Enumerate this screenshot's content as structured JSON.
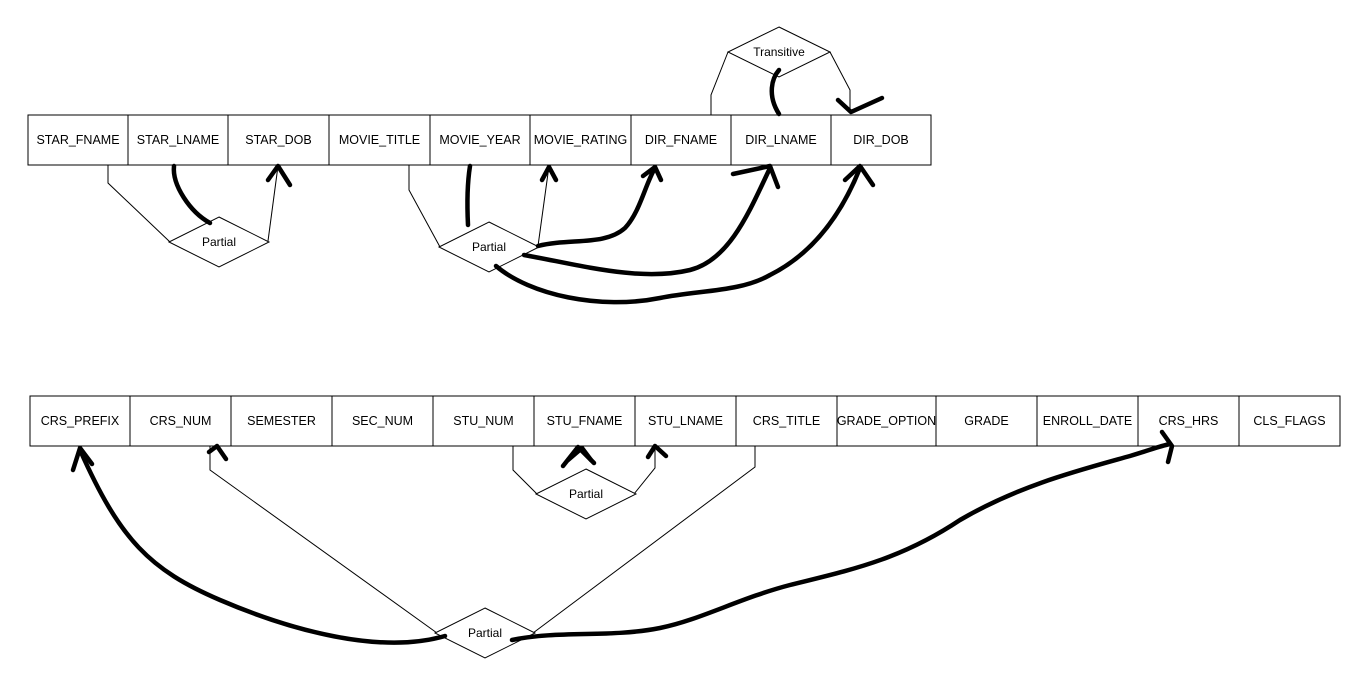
{
  "table1": {
    "cells": [
      "STAR_FNAME",
      "STAR_LNAME",
      "STAR_DOB",
      "MOVIE_TITLE",
      "MOVIE_YEAR",
      "MOVIE_RATING",
      "DIR_FNAME",
      "DIR_LNAME",
      "DIR_DOB"
    ]
  },
  "table2": {
    "cells": [
      "CRS_PREFIX",
      "CRS_NUM",
      "SEMESTER",
      "SEC_NUM",
      "STU_NUM",
      "STU_FNAME",
      "STU_LNAME",
      "CRS_TITLE",
      "GRADE_OPTION",
      "GRADE",
      "ENROLL_DATE",
      "CRS_HRS",
      "CLS_FLAGS"
    ]
  },
  "dependencies": {
    "transitive": "Transitive",
    "partial_star": "Partial",
    "partial_movie": "Partial",
    "partial_stu": "Partial",
    "partial_course": "Partial"
  }
}
